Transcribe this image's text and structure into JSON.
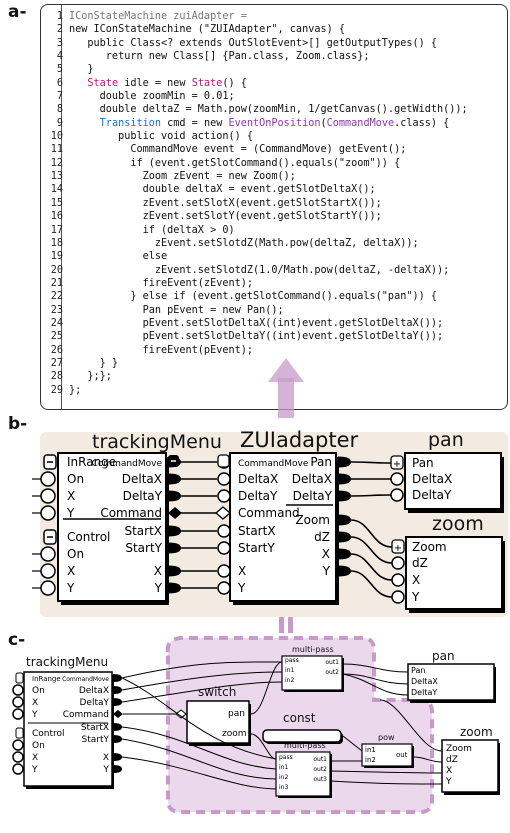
{
  "panel_labels": {
    "a": "a-",
    "b": "b-",
    "c": "c-"
  },
  "code": {
    "lines": [
      "IConStateMachine zuiAdapter =",
      "new IConStateMachine (\"ZUIAdapter\", canvas) {",
      "   public Class<? extends OutSlotEvent>[] getOutputTypes() {",
      "      return new Class[] {Pan.class, Zoom.class};",
      "   }",
      "   State idle = new State() {",
      "     double zoomMin = 0.01;",
      "     double deltaZ = Math.pow(zoomMin, 1/getCanvas().getWidth());",
      "     Transition cmd = new EventOnPosition(CommandMove.class) {",
      "        public void action() {",
      "          CommandMove event = (CommandMove) getEvent();",
      "          if (event.getSlotCommand().equals(\"zoom\")) {",
      "            Zoom zEvent = new Zoom();",
      "            double deltaX = event.getSlotDeltaX();",
      "            zEvent.setSlotX(event.getSlotStartX());",
      "            zEvent.setSlotY(event.getSlotStartY());",
      "            if (deltaX > 0)",
      "              zEvent.setSlotdZ(Math.pow(deltaZ, deltaX));",
      "            else",
      "              zEvent.setSlotdZ(1.0/Math.pow(deltaZ, -deltaX));",
      "            fireEvent(zEvent);",
      "          } else if (event.getSlotCommand().equals(\"pan\")) {",
      "            Pan pEvent = new Pan();",
      "            pEvent.setSlotDeltaX((int)event.getSlotDeltaX());",
      "            pEvent.setSlotDeltaY((int)event.getSlotDeltaY());",
      "            fireEvent(pEvent);",
      "     } }",
      "   };};",
      "};"
    ]
  },
  "panel_b": {
    "tracking_menu": {
      "title": "trackingMenu",
      "inputs": [
        "InRange",
        "On",
        "X",
        "Y",
        "Control",
        "On",
        "X",
        "Y"
      ],
      "outputs": [
        "CommandMove",
        "DeltaX",
        "DeltaY",
        "Command",
        "StartX",
        "StartY",
        "X",
        "Y"
      ]
    },
    "zui_adapter": {
      "title": "ZUIadapter",
      "inputs": [
        "CommandMove",
        "DeltaX",
        "DeltaY",
        "Command",
        "StartX",
        "StartY",
        "X",
        "Y"
      ],
      "pan_outputs": [
        "Pan",
        "DeltaX",
        "DeltaY"
      ],
      "zoom_outputs": [
        "Zoom",
        "dZ",
        "X",
        "Y"
      ]
    },
    "pan": {
      "title": "pan",
      "inputs": [
        "Pan",
        "DeltaX",
        "DeltaY"
      ]
    },
    "zoom": {
      "title": "zoom",
      "inputs": [
        "Zoom",
        "dZ",
        "X",
        "Y"
      ]
    }
  },
  "panel_c": {
    "tracking_menu": {
      "title": "trackingMenu",
      "inputs": [
        "InRange",
        "On",
        "X",
        "Y",
        "Control",
        "On",
        "X",
        "Y"
      ],
      "outputs": [
        "CommandMove",
        "DeltaX",
        "DeltaY",
        "Command",
        "StartX",
        "StartY",
        "X",
        "Y"
      ]
    },
    "switch": {
      "title": "switch",
      "outputs": [
        "pan",
        "zoom"
      ]
    },
    "const": {
      "title": "const"
    },
    "multipass_top": {
      "title": "multi-pass",
      "inputs": [
        "pass",
        "in1",
        "in2"
      ],
      "outputs": [
        "out1",
        "out2"
      ]
    },
    "multipass_bottom": {
      "title": "multi-pass",
      "inputs": [
        "pass",
        "in1",
        "in2",
        "in3"
      ],
      "outputs": [
        "out1",
        "out2",
        "out3"
      ]
    },
    "pow": {
      "title": "pow",
      "inputs": [
        "in1",
        "in2"
      ],
      "outputs": [
        "out"
      ]
    },
    "pan": {
      "title": "pan",
      "inputs": [
        "Pan",
        "DeltaX",
        "DeltaY"
      ]
    },
    "zoom": {
      "title": "zoom",
      "inputs": [
        "Zoom",
        "dZ",
        "X",
        "Y"
      ]
    }
  },
  "colors": {
    "accent_purple": "#c79ac9",
    "region_fill": "#ecd8ec",
    "state_pink": "#c0107a",
    "transition_blue": "#1776c8",
    "event_purple": "#8a3aa8"
  }
}
